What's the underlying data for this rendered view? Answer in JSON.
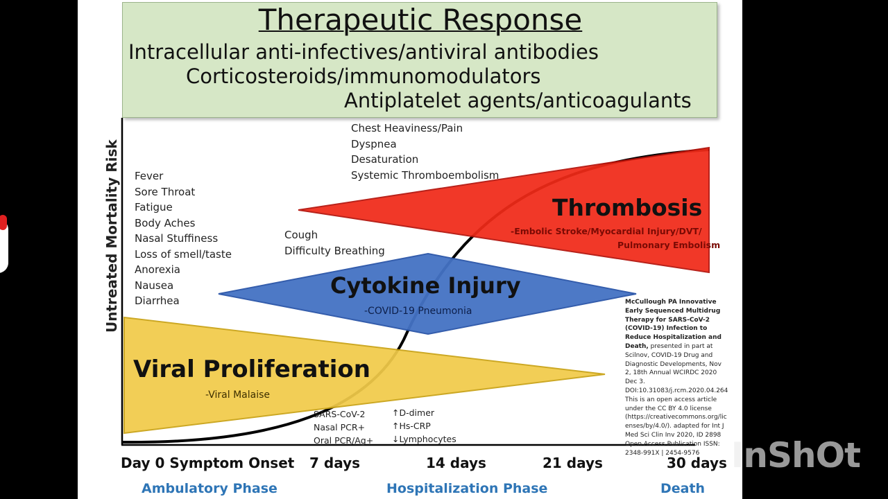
{
  "therapy": {
    "title": "Therapeutic Response",
    "lines": [
      "Intracellular anti-infectives/antiviral antibodies",
      "Corticosteroids/immunomodulators",
      "Antiplatelet agents/anticoagulants"
    ]
  },
  "y_axis_label": "Untreated Mortality Risk",
  "early_symptoms": [
    "Fever",
    "Sore Throat",
    "Fatigue",
    "Body Aches",
    "Nasal Stuffiness",
    "Loss of smell/taste",
    "Anorexia",
    "Nausea",
    "Diarrhea"
  ],
  "late_symptoms": [
    "Chest Heaviness/Pain",
    "Dyspnea",
    "Desaturation",
    "Systemic Thromboembolism"
  ],
  "mid_symptoms": [
    "Cough",
    "Difficulty Breathing"
  ],
  "shapes": {
    "viral": {
      "title": "Viral Proliferation",
      "subtitle": "-Viral Malaise",
      "color": "#f2cb4a"
    },
    "cytokine": {
      "title": "Cytokine Injury",
      "subtitle": "-COVID-19 Pneumonia",
      "color": "#4472c4"
    },
    "thrombosis": {
      "title": "Thrombosis",
      "subtitle_1": "-Embolic Stroke/Myocardial Injury/DVT/",
      "subtitle_2": "Pulmonary Embolism",
      "color": "#f02a18"
    }
  },
  "labs": {
    "tests": [
      "SARS-CoV-2",
      "Nasal PCR+",
      "Oral PCR/Ag+"
    ],
    "markers": [
      "↑D-dimer",
      "↑Hs-CRP",
      "↓Lymphocytes"
    ]
  },
  "citation": {
    "bold": "McCullough PA Innovative Early Sequenced Multidrug Therapy for SARS-CoV-2 (COVID-19) Infection to Reduce Hospitalization and Death,",
    "text": " presented in part at Scilnov, COVID-19 Drug and Diagnostic Developments, Nov 2, 18th Annual WCIRDC 2020 Dec 3. DOI:10.31083/j.rcm.2020.04.264 This is an open access article under the CC BY 4.0 license (https://creativecommons.org/licenses/by/4.0/). adapted for Int J Med Sci Clin Inv 2020, ID 2898 Open Access Publication ISSN: 2348-991X | 2454-9576"
  },
  "x_ticks": [
    "Day 0 Symptom Onset",
    "7 days",
    "14 days",
    "21 days",
    "30 days"
  ],
  "phases": [
    "Ambulatory Phase",
    "Hospitalization Phase",
    "Death"
  ],
  "watermark": "InShOt"
}
